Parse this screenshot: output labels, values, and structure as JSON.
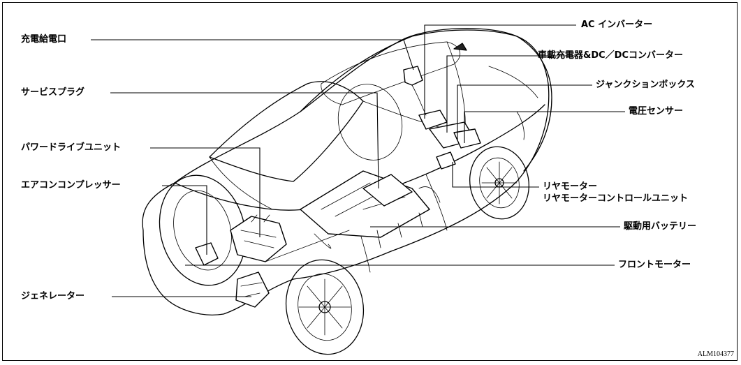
{
  "labels": {
    "charge_port": "充電給電口",
    "service_plug": "サービスプラグ",
    "power_drive_unit": "パワードライブユニット",
    "ac_compressor": "エアコンコンプレッサー",
    "generator": "ジェネレーター",
    "ac_inverter": "AC インバーター",
    "onboard_charger": "車載充電器&DC／DCコンバーター",
    "junction_box": "ジャンクションボックス",
    "voltage_sensor": "電圧センサー",
    "rear_motor": "リヤモーター",
    "rear_motor_ecu": "リヤモーターコントロールユニット",
    "drive_battery": "駆動用バッテリー",
    "front_motor": "フロントモーター"
  },
  "figure_id": "ALM104377"
}
